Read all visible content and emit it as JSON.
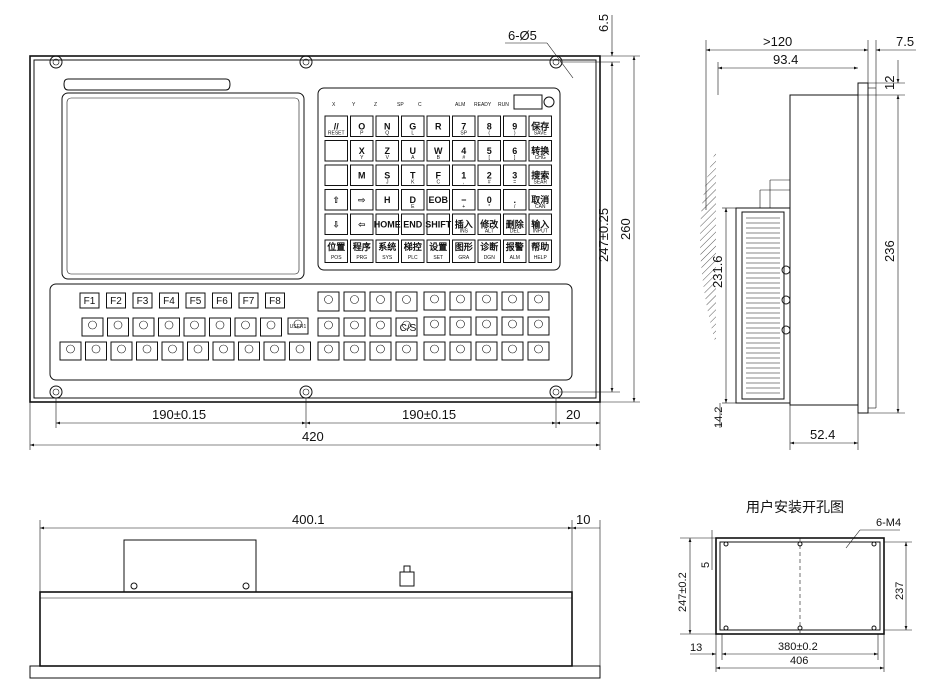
{
  "front": {
    "holes": "6-Ø5",
    "w190a": "190±0.15",
    "w190b": "190±0.15",
    "w20": "20",
    "w420": "420",
    "h6_5": "6.5",
    "h247": "247±0.25",
    "h260": "260"
  },
  "status": {
    "x": "X",
    "y": "Y",
    "z": "Z",
    "sp": "SP",
    "c": "C",
    "alm": "ALM",
    "ready": "READY",
    "run": "RUN"
  },
  "keys": [
    [
      {
        "m": "//",
        "s": "RESET"
      },
      {
        "m": "O",
        "s": "P"
      },
      {
        "m": "N",
        "s": "Q"
      },
      {
        "m": "G",
        "s": "L"
      },
      {
        "m": "R",
        "s": ""
      },
      {
        "m": "7",
        "s": "SP"
      },
      {
        "m": "8",
        "s": "("
      },
      {
        "m": "9",
        "s": ")"
      },
      {
        "m": "保存",
        "s": "SAVE"
      }
    ],
    [
      {
        "m": "",
        "s": ""
      },
      {
        "m": "X",
        "s": "Y"
      },
      {
        "m": "Z",
        "s": "V"
      },
      {
        "m": "U",
        "s": "A"
      },
      {
        "m": "W",
        "s": "B"
      },
      {
        "m": "4",
        "s": "#"
      },
      {
        "m": "5",
        "s": "["
      },
      {
        "m": "6",
        "s": "]"
      },
      {
        "m": "转换",
        "s": "CHG"
      }
    ],
    [
      {
        "m": "",
        "s": ""
      },
      {
        "m": "M",
        "s": ""
      },
      {
        "m": "S",
        "s": "J"
      },
      {
        "m": "T",
        "s": "K"
      },
      {
        "m": "F",
        "s": "C"
      },
      {
        "m": "1",
        "s": ","
      },
      {
        "m": "2",
        "s": "#"
      },
      {
        "m": "3",
        "s": "="
      },
      {
        "m": "搜索",
        "s": "SEAR"
      }
    ],
    [
      {
        "m": "⇧",
        "s": ""
      },
      {
        "m": "⇨",
        "s": ""
      },
      {
        "m": "H",
        "s": ""
      },
      {
        "m": "D",
        "s": "E"
      },
      {
        "m": "EOB",
        "s": ""
      },
      {
        "m": "−",
        "s": "+"
      },
      {
        "m": "0",
        "s": "*"
      },
      {
        "m": ".",
        "s": "/"
      },
      {
        "m": "取消",
        "s": "CAN"
      }
    ],
    [
      {
        "m": "⇩",
        "s": ""
      },
      {
        "m": "⇦",
        "s": ""
      },
      {
        "m": "HOME",
        "s": ""
      },
      {
        "m": "END",
        "s": ""
      },
      {
        "m": "SHIFT",
        "s": ""
      },
      {
        "m": "插入",
        "s": "INS"
      },
      {
        "m": "修改",
        "s": "ALT"
      },
      {
        "m": "删除",
        "s": "DEL"
      },
      {
        "m": "输入",
        "s": "INPUT"
      }
    ]
  ],
  "funcKeys": [
    {
      "m": "位置",
      "s": "POS"
    },
    {
      "m": "程序",
      "s": "PRG"
    },
    {
      "m": "系统",
      "s": "SYS"
    },
    {
      "m": "梯控",
      "s": "PLC"
    },
    {
      "m": "设置",
      "s": "SET"
    },
    {
      "m": "图形",
      "s": "GRA"
    },
    {
      "m": "诊断",
      "s": "DGN"
    },
    {
      "m": "报警",
      "s": "ALM"
    },
    {
      "m": "帮助",
      "s": "HELP"
    }
  ],
  "softKeys": [
    "F1",
    "F2",
    "F3",
    "F4",
    "F5",
    "F6",
    "F7",
    "F8"
  ],
  "panel": {
    "user1": "USER1",
    "cs": "C/S"
  },
  "side": {
    "w120": ">120",
    "w7_5": "7.5",
    "w93_4": "93.4",
    "h12": "12",
    "h231_6": "231.6",
    "h236": "236",
    "h14_2": "14.2",
    "w52_4": "52.4"
  },
  "bottom": {
    "w400": "400.1",
    "w10": "10"
  },
  "cutout": {
    "title": "用户安装开孔图",
    "holes": "6-M4",
    "h247": "247±0.2",
    "h5": "5",
    "h237": "237",
    "w13": "13",
    "w380": "380±0.2",
    "w406": "406"
  }
}
